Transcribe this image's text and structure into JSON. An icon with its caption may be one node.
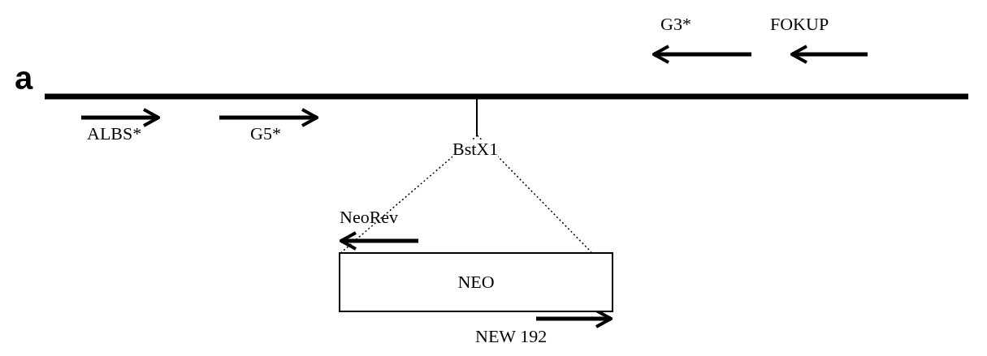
{
  "diagram": {
    "nodes": [
      {
        "text": [],
        "shape": "bar"
      },
      {
        "text": [
          "NEO"
        ]
      }
    ],
    "edges": [
      {
        "from": 0,
        "to": 1,
        "arrow": "none",
        "style": "dashed"
      },
      {
        "from": 0,
        "to": 1,
        "arrow": "none",
        "style": "dashed"
      }
    ],
    "labels": [
      "G3*",
      "FOKUP",
      "a",
      "ALBS*",
      "G5*",
      "BstX1",
      "NeoRev",
      "NEW 192"
    ]
  }
}
